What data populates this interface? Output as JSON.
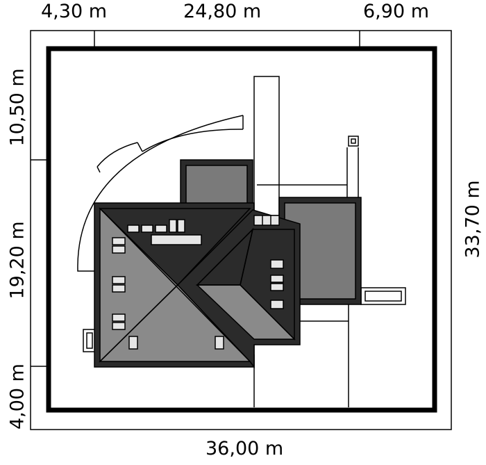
{
  "dimensions": {
    "top_left": "4,30 m",
    "top_middle": "24,80 m",
    "top_right": "6,90 m",
    "bottom": "36,00 m",
    "left_top": "10,50 m",
    "left_middle": "19,20 m",
    "left_bottom": "4,00 m",
    "right": "33,70 m"
  },
  "colors": {
    "line": "#000000",
    "roof_dark": "#2b2b2b",
    "roof_mid": "#7a7a7a",
    "roof_light": "#8a8a8a",
    "window": "#e6e6e6"
  }
}
